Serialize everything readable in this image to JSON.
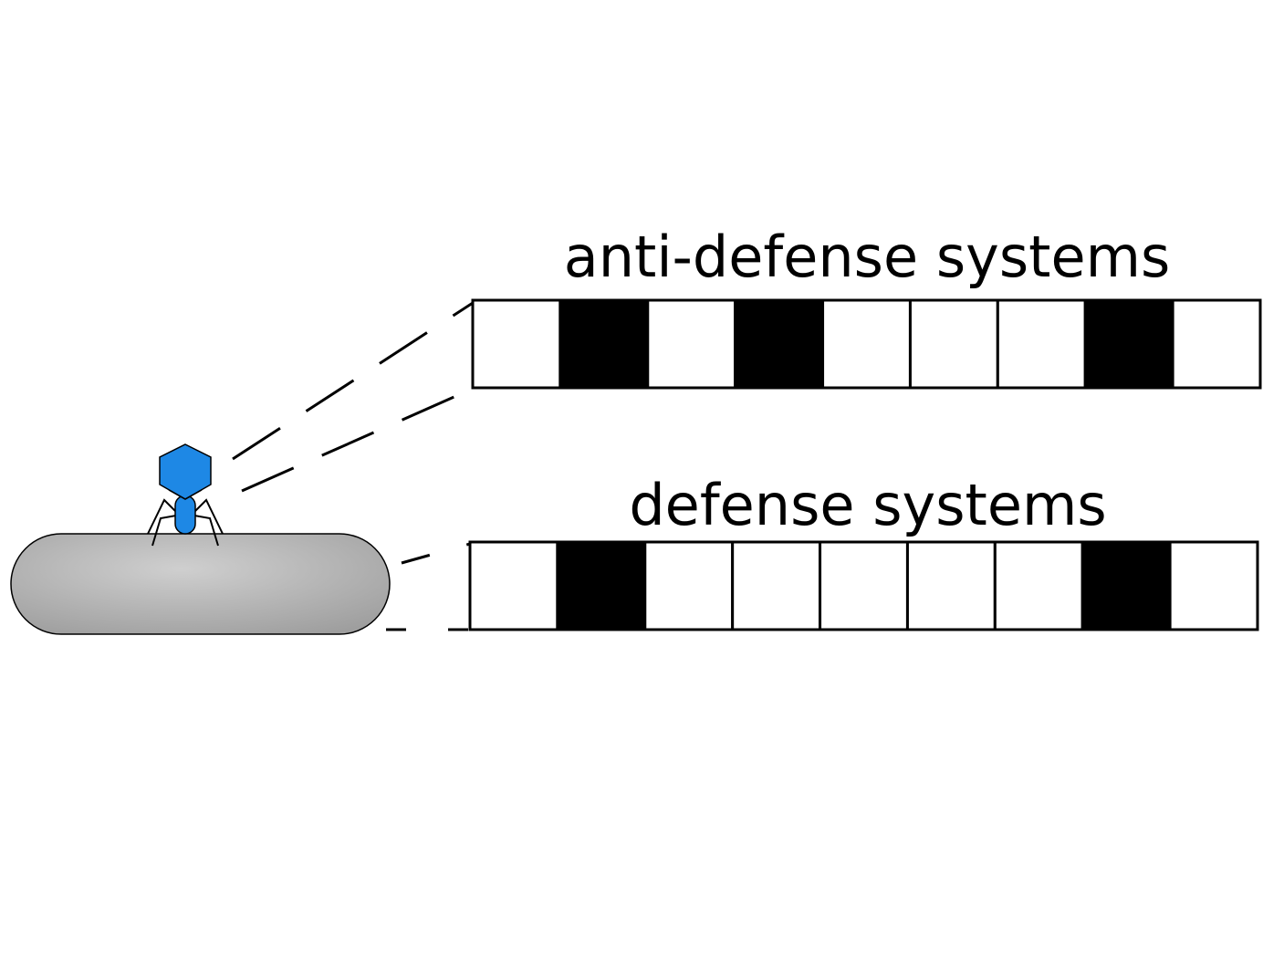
{
  "labels": {
    "anti_defense": "anti-defense systems",
    "defense": "defense systems"
  },
  "genomes": {
    "phage": {
      "cells": [
        "empty",
        "filled",
        "empty",
        "filled",
        "empty",
        "empty",
        "empty",
        "filled",
        "empty"
      ]
    },
    "bacterium": {
      "cells": [
        "empty",
        "filled",
        "empty",
        "empty",
        "empty",
        "empty",
        "empty",
        "filled",
        "empty"
      ]
    }
  },
  "colors": {
    "phage": "#1e88e5",
    "bacterium_light": "#cfcfcf",
    "bacterium_dark": "#9e9e9e",
    "filled_cell": "#000000",
    "empty_cell": "#ffffff",
    "outline": "#000000"
  },
  "icons": {
    "phage": "bacteriophage-icon",
    "bacterium": "rod-bacterium-icon"
  }
}
